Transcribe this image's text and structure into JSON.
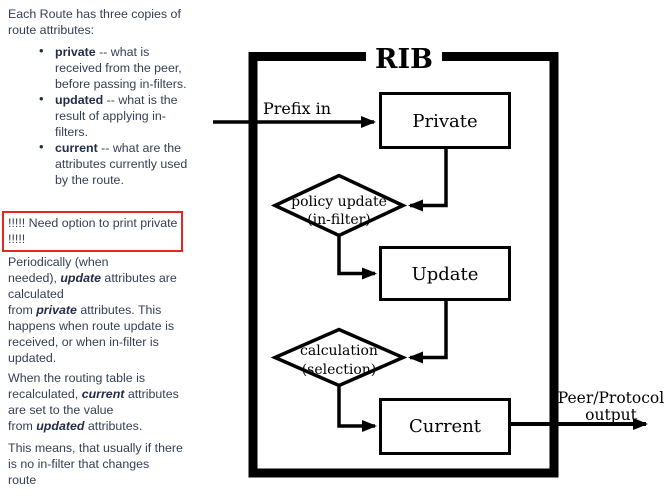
{
  "left_column": {
    "text_color": "#343e52",
    "accent_bold_color": "#222c46",
    "intro": {
      "l1": "Each Route has three copies of",
      "l2": "route attributes:"
    },
    "bullets": [
      {
        "term": "private",
        "l1": " -- what is",
        "l2": "received from the peer,",
        "l3": "before passing in-filters."
      },
      {
        "term": "updated",
        "l1": " -- what is the",
        "l2": "result of applying in-",
        "l3": "filters."
      },
      {
        "term": "current",
        "l1": " -- what are the",
        "l2": "attributes currently used",
        "l3": "by the route."
      }
    ],
    "bullet_marker": "•",
    "alert": {
      "border_color": "#e62622",
      "l1": "!!!!! Need option to print private",
      "l2": "!!!!!"
    },
    "para_periodically": {
      "l1": "Periodically (when",
      "l2_pre": "needed), ",
      "l2_em": "update",
      "l2_post": " attributes are",
      "l3": "calculated",
      "l4_pre": "from ",
      "l4_em": "private",
      "l4_post": " attributes. This",
      "l5": "happens when route update is",
      "l6": "received, or when in-filter is",
      "l7": "updated."
    },
    "para_recalc": {
      "l1": "When the routing table is",
      "l2_pre": "recalculated, ",
      "l2_em": "current",
      "l2_post": " attributes",
      "l3": "are set to the value",
      "l4_pre": "from ",
      "l4_em": "updated",
      "l4_post": " attributes."
    },
    "para_means": {
      "l1": "This means, that usually if there",
      "l2": "is no in-filter that changes",
      "l3": "route"
    }
  },
  "diagram": {
    "stroke_color": "#000000",
    "title": "RIB",
    "input_label": "Prefix in",
    "box_private": "Private",
    "box_update": "Update",
    "box_current": "Current",
    "diamond_policy_l1": "policy update",
    "diamond_policy_l2": "(in-filter)",
    "diamond_calc_l1": "calculation",
    "diamond_calc_l2": "(selection)",
    "output_label_l1": "Peer/Protocol",
    "output_label_l2": "output"
  }
}
